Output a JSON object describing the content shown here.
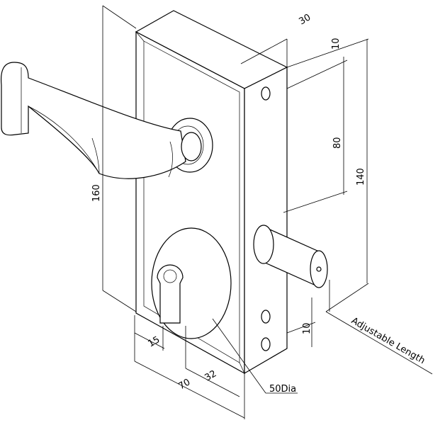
{
  "title": "Lock case with lever handle and cylinder - dimension drawing",
  "dimensions": {
    "depth": "30",
    "top_offset": "10",
    "handle_to_cylinder": "80",
    "bolt_span": "140",
    "height": "160",
    "bottom_offset": "10",
    "backset_edge": "15",
    "cylinder_offset": "32",
    "width": "70",
    "escutcheon": "50Dia",
    "bolt_note": "Adjustable Length"
  }
}
